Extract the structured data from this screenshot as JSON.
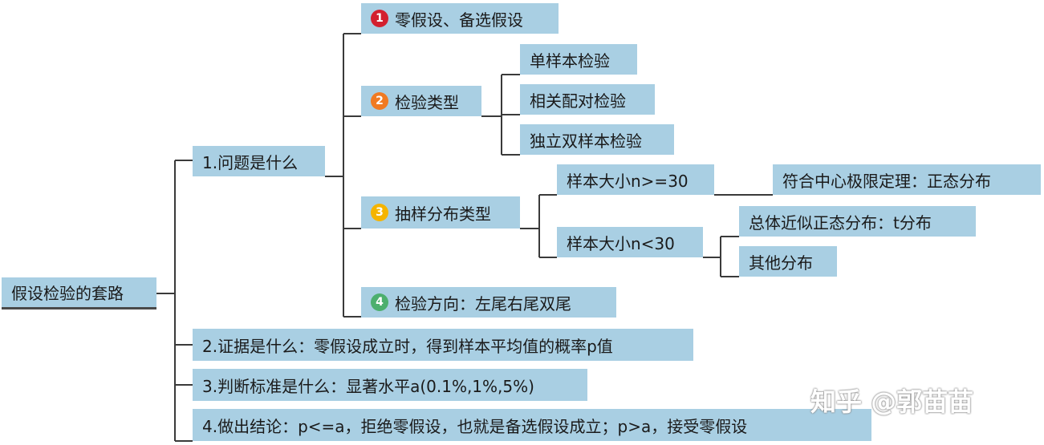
{
  "root": {
    "label": "假设检验的套路"
  },
  "q1": {
    "label": "1.问题是什么",
    "items": [
      {
        "num": "1",
        "label": "零假设、备选假设"
      },
      {
        "num": "2",
        "label": "检验类型",
        "children": [
          "单样本检验",
          "相关配对检验",
          "独立双样本检验"
        ]
      },
      {
        "num": "3",
        "label": "抽样分布类型",
        "children": [
          {
            "label": "样本大小n>=30",
            "children": [
              "符合中心极限定理：正态分布"
            ]
          },
          {
            "label": "样本大小n<30",
            "children": [
              "总体近似正态分布：t分布",
              "其他分布"
            ]
          }
        ]
      },
      {
        "num": "4",
        "label": "检验方向：左尾右尾双尾"
      }
    ]
  },
  "q2": {
    "label": "2.证据是什么：零假设成立时，得到样本平均值的概率p值"
  },
  "q3": {
    "label": "3.判断标准是什么：显著水平a(0.1%,1%,5%)"
  },
  "q4": {
    "label": "4.做出结论：p<=a，拒绝零假设，也就是备选假设成立；p>a，接受零假设"
  },
  "watermark": "知乎 @郭苗苗",
  "colors": {
    "node_fill": "#a9cfe3",
    "line": "#3a3a3a",
    "badge_1": "#d3202f",
    "badge_2": "#f07a22",
    "badge_3": "#f5b400",
    "badge_4": "#4caf6e"
  }
}
